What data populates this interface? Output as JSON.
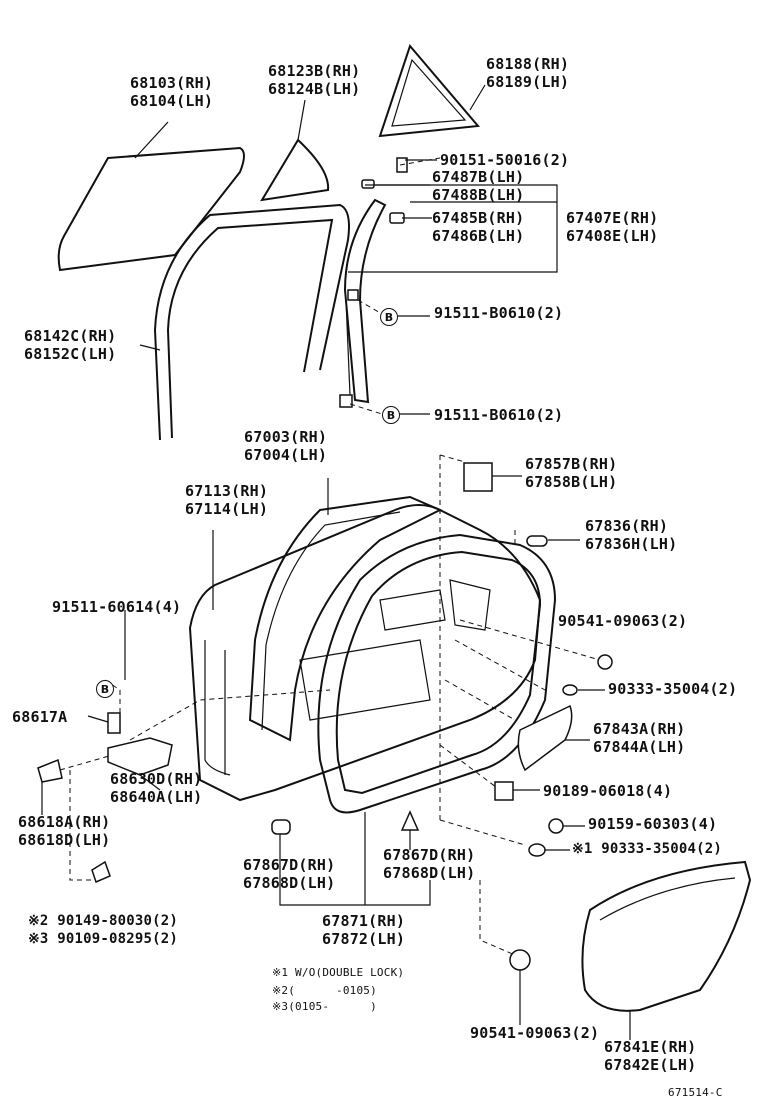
{
  "labels": {
    "l68103": [
      "68103(RH)",
      "68104(LH)"
    ],
    "l68123": [
      "68123B(RH)",
      "68124B(LH)"
    ],
    "l68188": [
      "68188(RH)",
      "68189(LH)"
    ],
    "l90151": [
      "90151-50016(2)"
    ],
    "l67487": [
      "67487B(LH)",
      "67488B(LH)"
    ],
    "l67485": [
      "67485B(RH)",
      "67486B(LH)"
    ],
    "l67407": [
      "67407E(RH)",
      "67408E(LH)"
    ],
    "l68142": [
      "68142C(RH)",
      "68152C(LH)"
    ],
    "l91511a": [
      "91511-B0610(2)"
    ],
    "l91511b": [
      "91511-B0610(2)"
    ],
    "l67003": [
      "67003(RH)",
      "67004(LH)"
    ],
    "l67113": [
      "67113(RH)",
      "67114(LH)"
    ],
    "l67857": [
      "67857B(RH)",
      "67858B(LH)"
    ],
    "l67836": [
      "67836(RH)",
      "67836H(LH)"
    ],
    "l91511c": [
      "91511-60614(4)"
    ],
    "l90541a": [
      "90541-09063(2)"
    ],
    "l90333a": [
      "90333-35004(2)"
    ],
    "l68617": [
      "68617A"
    ],
    "l67843": [
      "67843A(RH)",
      "67844A(LH)"
    ],
    "l68630": [
      "68630D(RH)",
      "68640A(LH)"
    ],
    "l90189": [
      "90189-06018(4)"
    ],
    "l68618": [
      "68618A(RH)",
      "68618D(LH)"
    ],
    "l90159": [
      "90159-60303(4)"
    ],
    "l90333b": [
      "※1 90333-35004(2)"
    ],
    "l67867a": [
      "67867D(RH)",
      "67868D(LH)"
    ],
    "l67867b": [
      "67867D(RH)",
      "67868D(LH)"
    ],
    "l90149": [
      "※2 90149-80030(2)",
      "※3 90109-08295(2)"
    ],
    "l67871": [
      "67871(RH)",
      "67872(LH)"
    ],
    "l90541b": [
      "90541-09063(2)"
    ],
    "l67841": [
      "67841E(RH)",
      "67842E(LH)"
    ]
  },
  "callouts": {
    "b1": "B",
    "b2": "B",
    "b3": "B"
  },
  "footnotes": [
    "※1 W/O(DOUBLE LOCK)",
    "※2(      -0105)",
    "※3(0105-      )"
  ],
  "diagram_code": "671514-C"
}
